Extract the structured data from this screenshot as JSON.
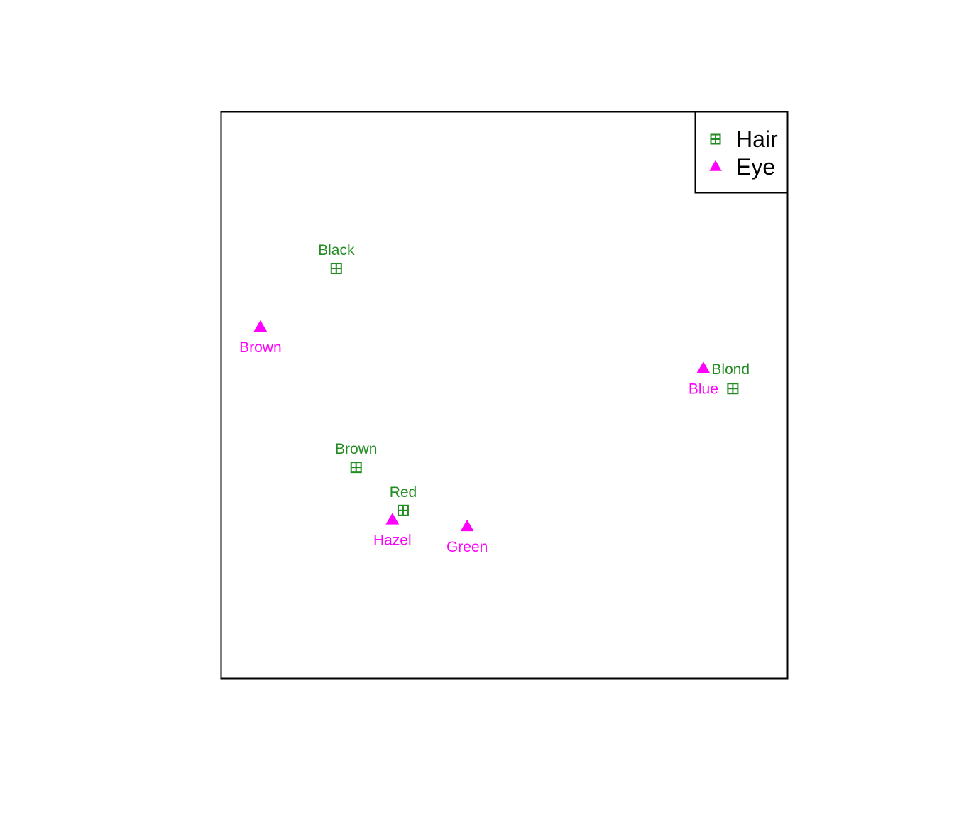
{
  "chart_data": {
    "type": "scatter",
    "title": "",
    "xlabel": "",
    "ylabel": "",
    "xlim": [
      0,
      1
    ],
    "ylim": [
      0,
      1
    ],
    "grid": false,
    "axes_shown": false,
    "legend": {
      "placement": "top-right",
      "entries": [
        {
          "label": "Hair",
          "marker": "square-plus",
          "color": "#228B22"
        },
        {
          "label": "Eye",
          "marker": "triangle",
          "color": "#FF00FF"
        }
      ]
    },
    "series": [
      {
        "name": "Hair",
        "color": "#228B22",
        "marker": "square-plus",
        "points": [
          {
            "label": "Black",
            "x": 0.204,
            "y": 0.723,
            "label_pos": "above"
          },
          {
            "label": "Brown",
            "x": 0.239,
            "y": 0.372,
            "label_pos": "above"
          },
          {
            "label": "Red",
            "x": 0.322,
            "y": 0.296,
            "label_pos": "above"
          },
          {
            "label": "Blond",
            "x": 0.904,
            "y": 0.511,
            "label_pos": "above"
          }
        ]
      },
      {
        "name": "Eye",
        "color": "#FF00FF",
        "marker": "triangle",
        "points": [
          {
            "label": "Brown",
            "x": 0.07,
            "y": 0.619,
            "label_pos": "below"
          },
          {
            "label": "Hazel",
            "x": 0.303,
            "y": 0.279,
            "label_pos": "below"
          },
          {
            "label": "Green",
            "x": 0.435,
            "y": 0.267,
            "label_pos": "below"
          },
          {
            "label": "Blue",
            "x": 0.852,
            "y": 0.546,
            "label_pos": "below"
          }
        ]
      }
    ]
  }
}
